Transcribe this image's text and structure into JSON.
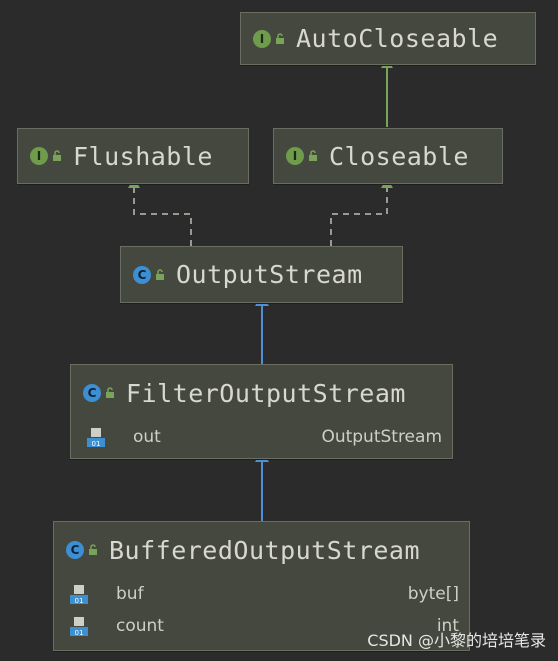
{
  "nodes": {
    "autocloseable": {
      "kind": "I",
      "name": "AutoCloseable"
    },
    "flushable": {
      "kind": "I",
      "name": "Flushable"
    },
    "closeable": {
      "kind": "I",
      "name": "Closeable"
    },
    "outputstream": {
      "kind": "C",
      "name": "OutputStream"
    },
    "filteroutputstream": {
      "kind": "C",
      "name": "FilterOutputStream",
      "fields": [
        {
          "name": "out",
          "type": "OutputStream"
        }
      ]
    },
    "bufferedoutputstream": {
      "kind": "C",
      "name": "BufferedOutputStream",
      "fields": [
        {
          "name": "buf",
          "type": "byte[]"
        },
        {
          "name": "count",
          "type": "int"
        }
      ]
    }
  },
  "edges": [
    {
      "from": "closeable",
      "to": "autocloseable",
      "style": "solid-green"
    },
    {
      "from": "outputstream",
      "to": "flushable",
      "style": "dashed-green"
    },
    {
      "from": "outputstream",
      "to": "closeable",
      "style": "dashed-green"
    },
    {
      "from": "filteroutputstream",
      "to": "outputstream",
      "style": "solid-blue"
    },
    {
      "from": "bufferedoutputstream",
      "to": "filteroutputstream",
      "style": "solid-blue"
    }
  ],
  "colors": {
    "background": "#2b2b2b",
    "node_fill": "#45483e",
    "interface_badge": "#6e9b4c",
    "class_badge": "#3b8fd2",
    "implements_arrow": "#7aa35a",
    "extends_arrow": "#4f8fd6"
  },
  "watermark": "CSDN @小黎的培培笔录"
}
